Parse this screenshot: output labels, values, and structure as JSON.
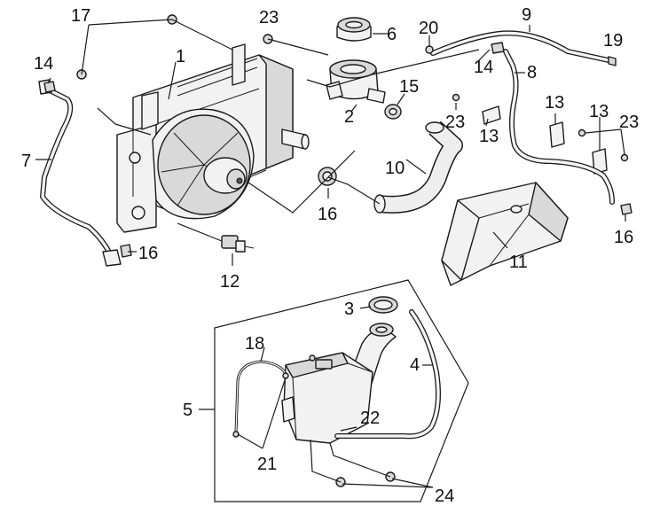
{
  "callouts": [
    {
      "id": "1",
      "text": "1"
    },
    {
      "id": "2",
      "text": "2"
    },
    {
      "id": "3",
      "text": "3"
    },
    {
      "id": "4",
      "text": "4"
    },
    {
      "id": "5",
      "text": "5"
    },
    {
      "id": "6",
      "text": "6"
    },
    {
      "id": "7",
      "text": "7"
    },
    {
      "id": "8",
      "text": "8"
    },
    {
      "id": "9",
      "text": "9"
    },
    {
      "id": "10",
      "text": "10"
    },
    {
      "id": "11",
      "text": "11"
    },
    {
      "id": "12",
      "text": "12"
    },
    {
      "id": "13a",
      "text": "13"
    },
    {
      "id": "13b",
      "text": "13"
    },
    {
      "id": "13c",
      "text": "13"
    },
    {
      "id": "14a",
      "text": "14"
    },
    {
      "id": "14b",
      "text": "14"
    },
    {
      "id": "15",
      "text": "15"
    },
    {
      "id": "16a",
      "text": "16"
    },
    {
      "id": "16b",
      "text": "16"
    },
    {
      "id": "16c",
      "text": "16"
    },
    {
      "id": "17",
      "text": "17"
    },
    {
      "id": "18",
      "text": "18"
    },
    {
      "id": "19",
      "text": "19"
    },
    {
      "id": "20",
      "text": "20"
    },
    {
      "id": "21",
      "text": "21"
    },
    {
      "id": "22",
      "text": "22"
    },
    {
      "id": "23a",
      "text": "23"
    },
    {
      "id": "23b",
      "text": "23"
    },
    {
      "id": "23c",
      "text": "23"
    },
    {
      "id": "24",
      "text": "24"
    }
  ]
}
